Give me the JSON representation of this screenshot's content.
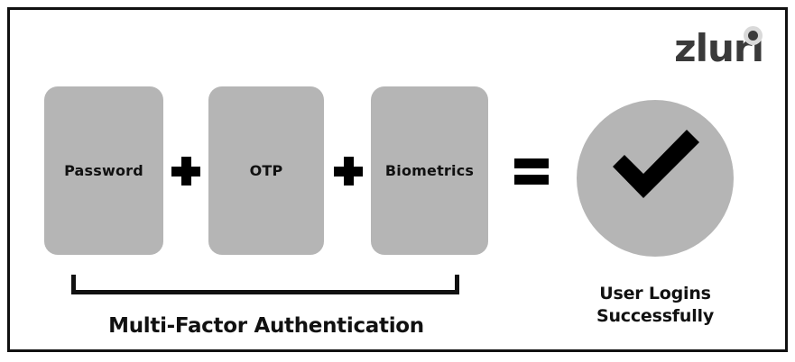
{
  "brand": {
    "logo_text": "zluri",
    "logo_color": "#3a3a3a",
    "logo_dot_ring_color": "#d9d9d9"
  },
  "diagram": {
    "box_fill_color": "#b5b5b5",
    "ink_color": "#111111",
    "factors": [
      {
        "label": "Password"
      },
      {
        "label": "OTP"
      },
      {
        "label": "Biometrics"
      }
    ],
    "operators": {
      "plus": "+",
      "equals": "="
    },
    "group_caption": "Multi-Factor Authentication",
    "result": {
      "icon": "check-mark",
      "caption_line1": "User Logins",
      "caption_line2": "Successfully"
    }
  }
}
